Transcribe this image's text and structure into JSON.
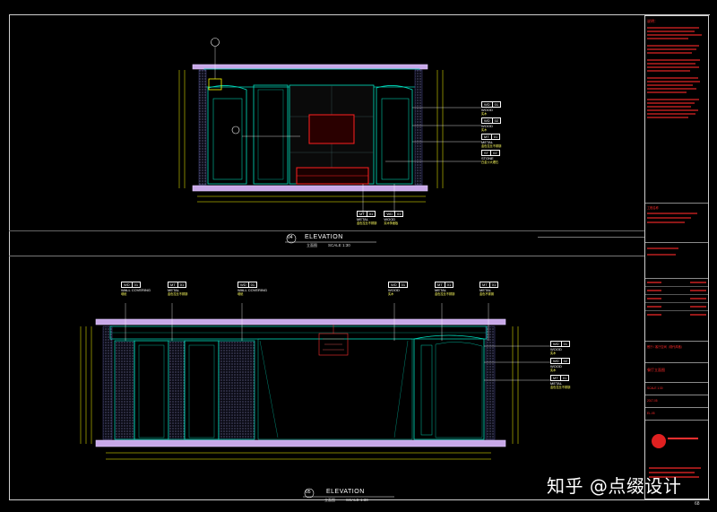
{
  "drawing": {
    "top_view": {
      "number": "04",
      "heading": "ELEVATION",
      "subtitle": "立面图",
      "scale": "SCALE 1:30",
      "callouts_right": [
        {
          "code": "WD",
          "num": "01",
          "label": "WOOD",
          "sub": "实木"
        },
        {
          "code": "WD",
          "num": "02",
          "label": "WOOD",
          "sub": "实木"
        },
        {
          "code": "MT",
          "num": "01",
          "label": "METAL",
          "sub": "金色拉丝不锈钢"
        },
        {
          "code": "ST",
          "num": "02",
          "label": "STONE",
          "sub": "白金沙大理石"
        }
      ],
      "callouts_bottom": [
        {
          "code": "MT",
          "num": "01",
          "label": "METAL",
          "sub": "金色拉丝不锈钢"
        },
        {
          "code": "WD",
          "num": "01",
          "label": "WOOD",
          "sub": "实木饰面板"
        }
      ]
    },
    "bottom_view": {
      "number": "05",
      "heading": "ELEVATION",
      "subtitle": "立面图",
      "scale": "SCALE 1:30",
      "callouts_top": [
        {
          "code": "WD",
          "num": "01",
          "label": "WALL COVERING",
          "sub": "墙纸"
        },
        {
          "code": "MT",
          "num": "01",
          "label": "METAL",
          "sub": "金色拉丝不锈钢"
        },
        {
          "code": "WD",
          "num": "01",
          "label": "WALL COVERING",
          "sub": "墙纸"
        },
        {
          "code": "WD",
          "num": "01",
          "label": "WOOD",
          "sub": "实木"
        },
        {
          "code": "MT",
          "num": "01",
          "label": "METAL",
          "sub": "金色拉丝不锈钢"
        },
        {
          "code": "MT",
          "num": "01",
          "label": "METAL",
          "sub": "金色不锈钢"
        }
      ],
      "callouts_right": [
        {
          "code": "WD",
          "num": "01",
          "label": "WOOD",
          "sub": "实木"
        },
        {
          "code": "WD",
          "num": "02",
          "label": "WOOD",
          "sub": "实木"
        },
        {
          "code": "MT",
          "num": "01",
          "label": "METAL",
          "sub": "金色拉丝不锈钢"
        }
      ]
    }
  },
  "title_block": {
    "notes_heading": "说明：",
    "project_label": "工程名称",
    "drawing_name": "餐厅立面图",
    "scale_label": "SCALE 1:30",
    "date": "2017.05",
    "sheet_code": "EL-05",
    "area": "餐厅 / 客厅空间（现代风格）"
  },
  "watermark": {
    "text": "知乎 @点缀设计"
  },
  "corner_number": "68"
}
